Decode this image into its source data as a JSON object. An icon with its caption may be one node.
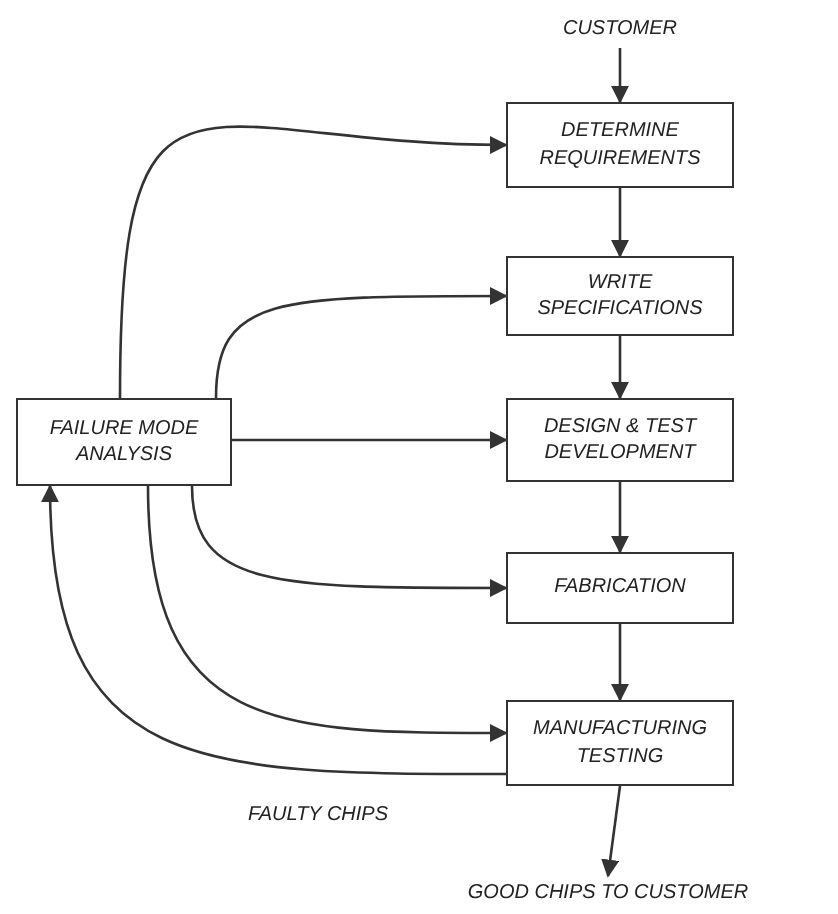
{
  "diagram": {
    "nodes": [
      {
        "text": [
          "CUSTOMER"
        ]
      },
      {
        "text": [
          "DETERMINE REQUIREMENTS"
        ]
      },
      {
        "text": [
          "WRITE SPECIFICATIONS"
        ]
      },
      {
        "text": [
          "DESIGN & TEST DEVELOPMENT"
        ]
      },
      {
        "text": [
          "FABRICATION"
        ]
      },
      {
        "text": [
          "MANUFACTURING TESTING"
        ]
      },
      {
        "text": [
          "FAILURE MODE ANALYSIS"
        ]
      },
      {
        "text": [
          "GOOD CHIPS TO CUSTOMER"
        ]
      }
    ],
    "edges": [
      {
        "from": 0,
        "to": 1,
        "arrow": "to"
      },
      {
        "from": 1,
        "to": 2,
        "arrow": "to"
      },
      {
        "from": 2,
        "to": 3,
        "arrow": "to"
      },
      {
        "from": 3,
        "to": 4,
        "arrow": "to"
      },
      {
        "from": 4,
        "to": 5,
        "arrow": "to"
      },
      {
        "from": 5,
        "to": 7,
        "arrow": "to"
      },
      {
        "from": 6,
        "to": 1,
        "arrow": "to"
      },
      {
        "from": 6,
        "to": 2,
        "arrow": "to"
      },
      {
        "from": 6,
        "to": 3,
        "arrow": "to"
      },
      {
        "from": 6,
        "to": 4,
        "arrow": "to"
      },
      {
        "from": 6,
        "to": 5,
        "arrow": "to"
      },
      {
        "from": 5,
        "to": 6,
        "arrow": "to",
        "label": "FAULTY CHIPS"
      }
    ]
  }
}
